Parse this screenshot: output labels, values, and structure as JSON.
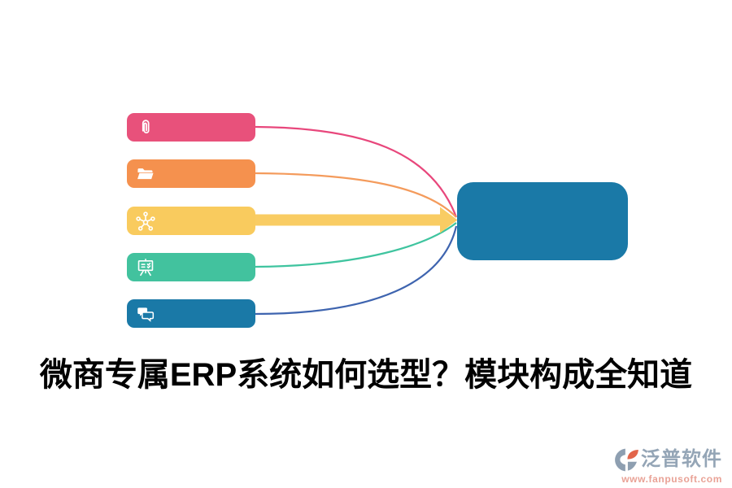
{
  "title": {
    "text": "微商专属ERP系统如何选型？模块构成全知道",
    "color": "#000000"
  },
  "diagram": {
    "hub": {
      "fill": "#1A79A7"
    },
    "modules": [
      {
        "icon": "paperclip-icon",
        "fill": "#E8517B",
        "connector_color": "#E8477C",
        "connector_style": "curve"
      },
      {
        "icon": "open-folder-icon",
        "fill": "#F5914E",
        "connector_color": "#F49B5C",
        "connector_style": "curve"
      },
      {
        "icon": "network-hub-icon",
        "fill": "#F9CB5E",
        "connector_color": "#F9CC63",
        "connector_style": "thick-arrow"
      },
      {
        "icon": "presentation-board-icon",
        "fill": "#42C29E",
        "connector_color": "#3FC49F",
        "connector_style": "curve"
      },
      {
        "icon": "chat-bubbles-icon",
        "fill": "#1A79A7",
        "connector_color": "#3E64AF",
        "connector_style": "curve"
      }
    ]
  },
  "watermark": {
    "brand": "泛普软件",
    "url": "www.fanpusoft.com",
    "brand_color": "#94A5B6",
    "url_color": "#E9A296",
    "logo_primary": "#8E9FB1",
    "logo_accent": "#E2654B"
  }
}
